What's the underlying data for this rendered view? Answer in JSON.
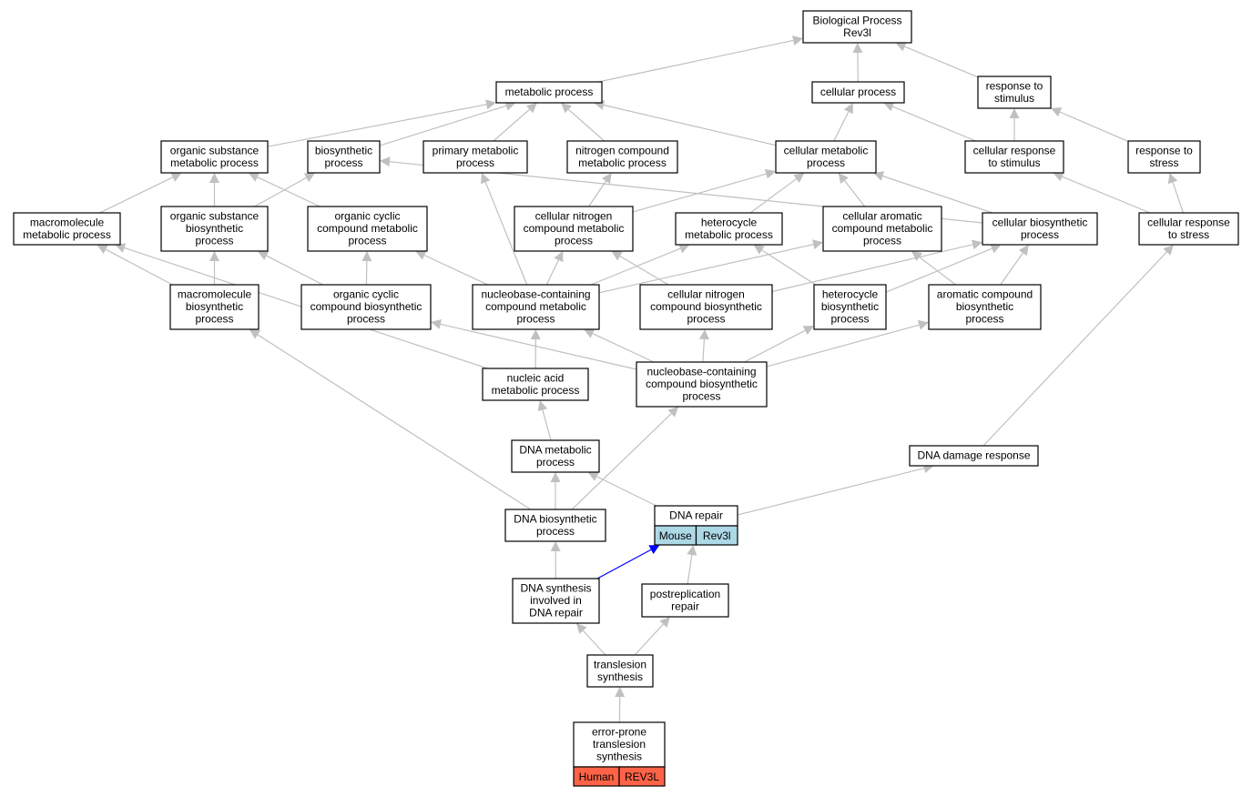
{
  "diagram": {
    "colors": {
      "edge": "#c0c0c0",
      "highlight_edge": "#0000ff",
      "mouse_cell": "#add8e6",
      "human_cell": "#ff6347"
    },
    "nodes": [
      {
        "id": "bp",
        "lines": [
          "Biological Process",
          "Rev3l"
        ]
      },
      {
        "id": "metabolic",
        "lines": [
          "metabolic process"
        ]
      },
      {
        "id": "cellular",
        "lines": [
          "cellular process"
        ]
      },
      {
        "id": "resp_stim",
        "lines": [
          "response to",
          "stimulus"
        ]
      },
      {
        "id": "org_sub_met",
        "lines": [
          "organic substance",
          "metabolic process"
        ]
      },
      {
        "id": "biosynth",
        "lines": [
          "biosynthetic",
          "process"
        ]
      },
      {
        "id": "prim_met",
        "lines": [
          "primary metabolic",
          "process"
        ]
      },
      {
        "id": "nitro_met",
        "lines": [
          "nitrogen compound",
          "metabolic process"
        ]
      },
      {
        "id": "cell_met",
        "lines": [
          "cellular metabolic",
          "process"
        ]
      },
      {
        "id": "cell_resp_stim",
        "lines": [
          "cellular response",
          "to stimulus"
        ]
      },
      {
        "id": "resp_stress",
        "lines": [
          "response to",
          "stress"
        ]
      },
      {
        "id": "macro_met",
        "lines": [
          "macromolecule",
          "metabolic process"
        ]
      },
      {
        "id": "org_sub_bio",
        "lines": [
          "organic substance",
          "biosynthetic",
          "process"
        ]
      },
      {
        "id": "org_cyc_met",
        "lines": [
          "organic cyclic",
          "compound metabolic",
          "process"
        ]
      },
      {
        "id": "cell_nitro_met",
        "lines": [
          "cellular nitrogen",
          "compound metabolic",
          "process"
        ]
      },
      {
        "id": "hetero_met",
        "lines": [
          "heterocycle",
          "metabolic process"
        ]
      },
      {
        "id": "cell_arom_met",
        "lines": [
          "cellular aromatic",
          "compound metabolic",
          "process"
        ]
      },
      {
        "id": "cell_bio",
        "lines": [
          "cellular biosynthetic",
          "process"
        ]
      },
      {
        "id": "cell_resp_stress",
        "lines": [
          "cellular response",
          "to stress"
        ]
      },
      {
        "id": "macro_bio",
        "lines": [
          "macromolecule",
          "biosynthetic",
          "process"
        ]
      },
      {
        "id": "org_cyc_bio",
        "lines": [
          "organic cyclic",
          "compound biosynthetic",
          "process"
        ]
      },
      {
        "id": "nb_met",
        "lines": [
          "nucleobase-containing",
          "compound metabolic",
          "process"
        ]
      },
      {
        "id": "cell_nitro_bio",
        "lines": [
          "cellular nitrogen",
          "compound biosynthetic",
          "process"
        ]
      },
      {
        "id": "hetero_bio",
        "lines": [
          "heterocycle",
          "biosynthetic",
          "process"
        ]
      },
      {
        "id": "arom_bio",
        "lines": [
          "aromatic compound",
          "biosynthetic",
          "process"
        ]
      },
      {
        "id": "nucl_met",
        "lines": [
          "nucleic acid",
          "metabolic process"
        ]
      },
      {
        "id": "nb_bio",
        "lines": [
          "nucleobase-containing",
          "compound biosynthetic",
          "process"
        ]
      },
      {
        "id": "dna_met",
        "lines": [
          "DNA metabolic",
          "process"
        ]
      },
      {
        "id": "dna_dmg",
        "lines": [
          "DNA damage response"
        ]
      },
      {
        "id": "dna_repair",
        "lines": [
          "DNA repair"
        ],
        "cells": [
          {
            "label": "Mouse",
            "color": "#add8e6"
          },
          {
            "label": "Rev3l",
            "color": "#add8e6"
          }
        ]
      },
      {
        "id": "dna_bio",
        "lines": [
          "DNA biosynthetic",
          "process"
        ]
      },
      {
        "id": "dna_synth",
        "lines": [
          "DNA synthesis",
          "involved in",
          "DNA repair"
        ]
      },
      {
        "id": "postrep",
        "lines": [
          "postreplication",
          "repair"
        ]
      },
      {
        "id": "transl",
        "lines": [
          "translesion",
          "synthesis"
        ]
      },
      {
        "id": "error",
        "lines": [
          "error-prone",
          "translesion",
          "synthesis"
        ],
        "cells": [
          {
            "label": "Human",
            "color": "#ff6347"
          },
          {
            "label": "REV3L",
            "color": "#ff6347"
          }
        ]
      }
    ],
    "edges": [
      {
        "from": "metabolic",
        "to": "bp"
      },
      {
        "from": "cellular",
        "to": "bp"
      },
      {
        "from": "resp_stim",
        "to": "bp"
      },
      {
        "from": "org_sub_met",
        "to": "metabolic"
      },
      {
        "from": "biosynth",
        "to": "metabolic"
      },
      {
        "from": "prim_met",
        "to": "metabolic"
      },
      {
        "from": "nitro_met",
        "to": "metabolic"
      },
      {
        "from": "cell_met",
        "to": "metabolic"
      },
      {
        "from": "cell_met",
        "to": "cellular"
      },
      {
        "from": "cell_resp_stim",
        "to": "cellular"
      },
      {
        "from": "cell_resp_stim",
        "to": "resp_stim"
      },
      {
        "from": "resp_stress",
        "to": "resp_stim"
      },
      {
        "from": "macro_met",
        "to": "org_sub_met"
      },
      {
        "from": "org_sub_bio",
        "to": "org_sub_met"
      },
      {
        "from": "org_sub_bio",
        "to": "biosynth"
      },
      {
        "from": "org_cyc_met",
        "to": "org_sub_met"
      },
      {
        "from": "cell_nitro_met",
        "to": "nitro_met"
      },
      {
        "from": "cell_nitro_met",
        "to": "cell_met"
      },
      {
        "from": "hetero_met",
        "to": "cell_met"
      },
      {
        "from": "cell_arom_met",
        "to": "cell_met"
      },
      {
        "from": "cell_bio",
        "to": "cell_met"
      },
      {
        "from": "cell_bio",
        "to": "biosynth"
      },
      {
        "from": "cell_resp_stress",
        "to": "cell_resp_stim"
      },
      {
        "from": "cell_resp_stress",
        "to": "resp_stress"
      },
      {
        "from": "macro_bio",
        "to": "macro_met"
      },
      {
        "from": "macro_bio",
        "to": "org_sub_bio"
      },
      {
        "from": "org_cyc_bio",
        "to": "org_sub_bio"
      },
      {
        "from": "org_cyc_bio",
        "to": "org_cyc_met"
      },
      {
        "from": "nb_met",
        "to": "org_cyc_met"
      },
      {
        "from": "nb_met",
        "to": "prim_met"
      },
      {
        "from": "nb_met",
        "to": "cell_nitro_met"
      },
      {
        "from": "nb_met",
        "to": "hetero_met"
      },
      {
        "from": "nb_met",
        "to": "cell_arom_met"
      },
      {
        "from": "cell_nitro_bio",
        "to": "cell_nitro_met"
      },
      {
        "from": "cell_nitro_bio",
        "to": "cell_bio"
      },
      {
        "from": "hetero_bio",
        "to": "hetero_met"
      },
      {
        "from": "hetero_bio",
        "to": "cell_bio"
      },
      {
        "from": "arom_bio",
        "to": "cell_arom_met"
      },
      {
        "from": "arom_bio",
        "to": "cell_bio"
      },
      {
        "from": "nucl_met",
        "to": "nb_met"
      },
      {
        "from": "nucl_met",
        "to": "macro_met"
      },
      {
        "from": "nb_bio",
        "to": "nb_met"
      },
      {
        "from": "nb_bio",
        "to": "org_cyc_bio"
      },
      {
        "from": "nb_bio",
        "to": "cell_nitro_bio"
      },
      {
        "from": "nb_bio",
        "to": "hetero_bio"
      },
      {
        "from": "nb_bio",
        "to": "arom_bio"
      },
      {
        "from": "dna_met",
        "to": "nucl_met"
      },
      {
        "from": "dna_dmg",
        "to": "cell_resp_stress"
      },
      {
        "from": "dna_repair",
        "to": "dna_met"
      },
      {
        "from": "dna_repair",
        "to": "dna_dmg"
      },
      {
        "from": "dna_bio",
        "to": "dna_met"
      },
      {
        "from": "dna_bio",
        "to": "nb_bio"
      },
      {
        "from": "dna_bio",
        "to": "macro_bio"
      },
      {
        "from": "dna_synth",
        "to": "dna_bio"
      },
      {
        "from": "dna_synth",
        "to": "dna_repair",
        "highlight": true
      },
      {
        "from": "postrep",
        "to": "dna_repair"
      },
      {
        "from": "transl",
        "to": "dna_synth"
      },
      {
        "from": "transl",
        "to": "postrep"
      },
      {
        "from": "error",
        "to": "transl"
      }
    ]
  }
}
